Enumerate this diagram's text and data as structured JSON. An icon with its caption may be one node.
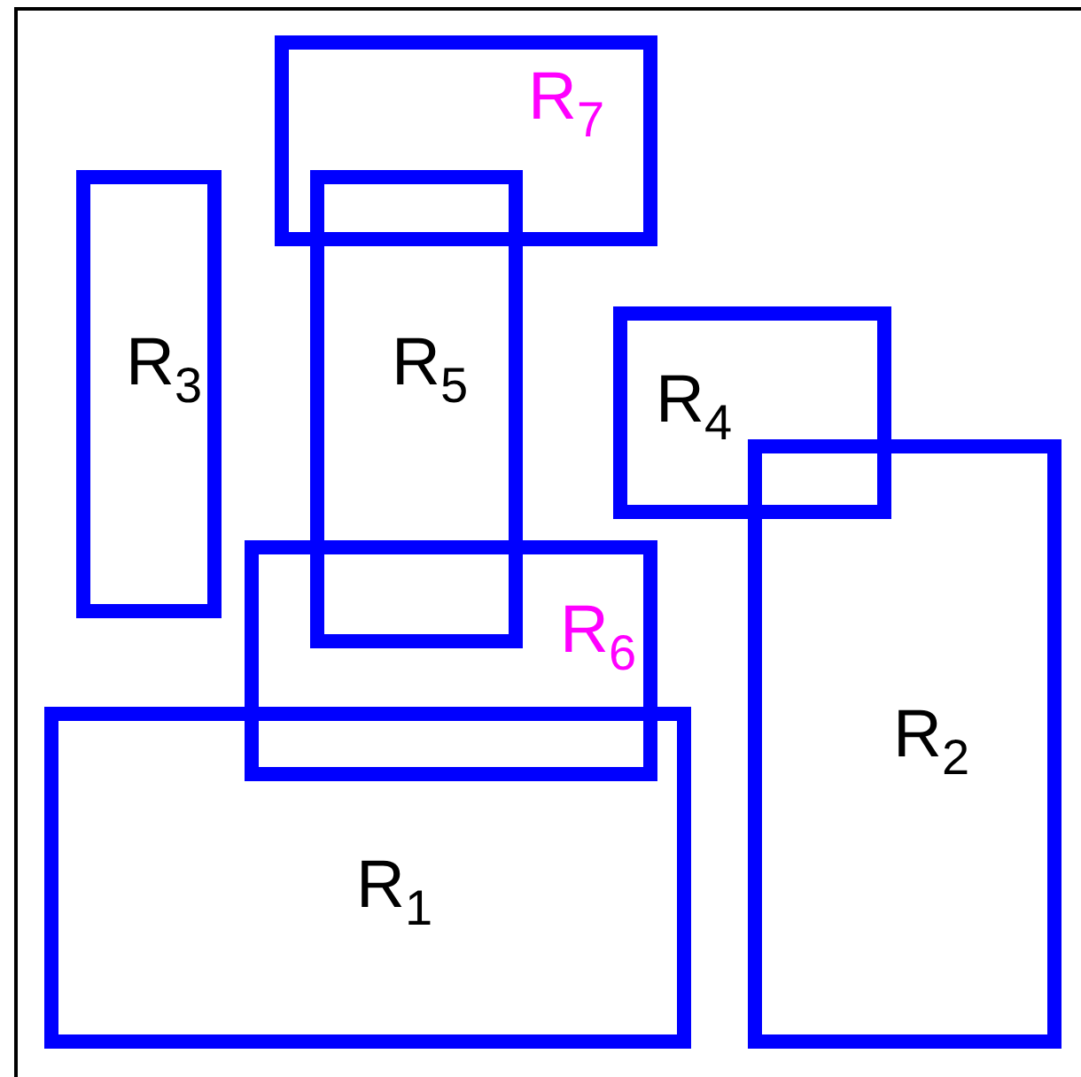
{
  "diagram": {
    "nodes": [
      {
        "text": [
          "R$_{7}$"
        ]
      },
      {
        "text": [
          "R$_{3}$"
        ]
      },
      {
        "text": [
          "R$_{5}$"
        ]
      },
      {
        "text": [
          "R$_{4}$"
        ]
      },
      {
        "text": [
          "R$_{2}$"
        ]
      },
      {
        "text": [
          "R$_{6}$"
        ]
      },
      {
        "text": [
          "R$_{1}$"
        ]
      }
    ]
  }
}
